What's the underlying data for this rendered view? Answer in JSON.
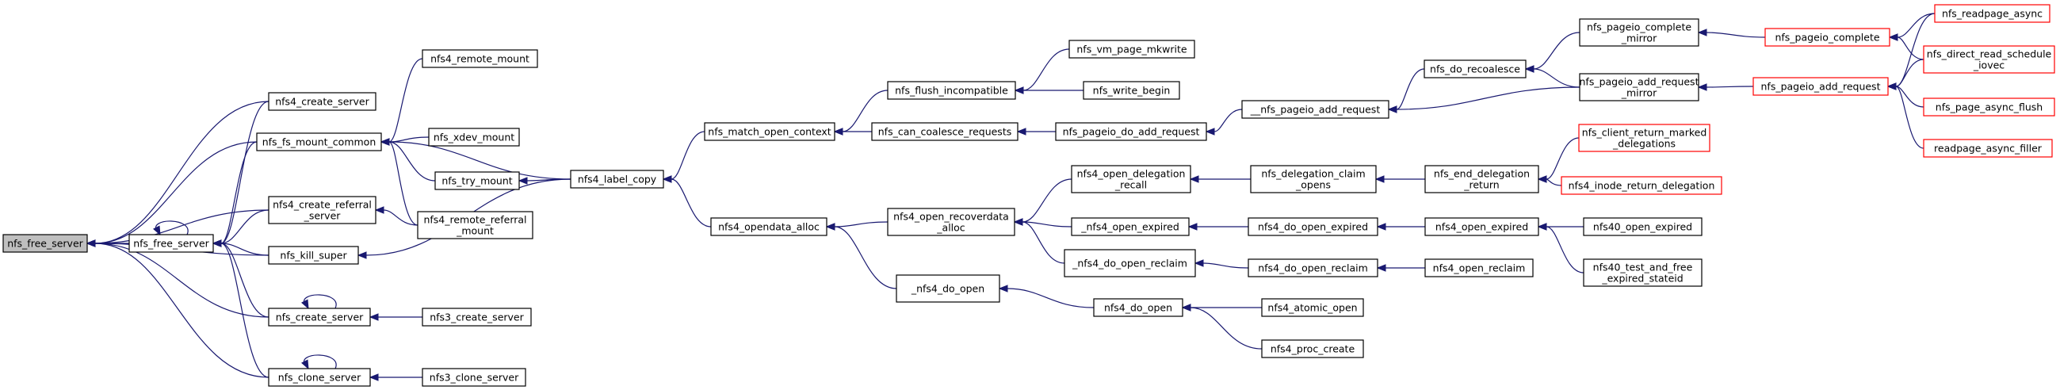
{
  "graph": {
    "nodes": [
      {
        "id": "n_free_server",
        "lines": [
          "nfs_free_server"
        ],
        "style": "root"
      },
      {
        "id": "n_free_server2",
        "lines": [
          "nfs_free_server"
        ],
        "style": "normal"
      },
      {
        "id": "n_nfs4_create_server",
        "lines": [
          "nfs4_create_server"
        ],
        "style": "normal"
      },
      {
        "id": "n_fs_mount_common",
        "lines": [
          "nfs_fs_mount_common"
        ],
        "style": "normal"
      },
      {
        "id": "n_nfs4_create_referral",
        "lines": [
          "nfs4_create_referral",
          "_server"
        ],
        "style": "normal"
      },
      {
        "id": "n_kill_super",
        "lines": [
          "nfs_kill_super"
        ],
        "style": "normal"
      },
      {
        "id": "n_create_server",
        "lines": [
          "nfs_create_server"
        ],
        "style": "normal"
      },
      {
        "id": "n_clone_server",
        "lines": [
          "nfs_clone_server"
        ],
        "style": "normal"
      },
      {
        "id": "n_nfs4_remote_mount",
        "lines": [
          "nfs4_remote_mount"
        ],
        "style": "normal"
      },
      {
        "id": "n_xdev_mount",
        "lines": [
          "nfs_xdev_mount"
        ],
        "style": "normal"
      },
      {
        "id": "n_try_mount",
        "lines": [
          "nfs_try_mount"
        ],
        "style": "normal"
      },
      {
        "id": "n_nfs4_remote_referral",
        "lines": [
          "nfs4_remote_referral",
          "_mount"
        ],
        "style": "normal"
      },
      {
        "id": "n_nfs3_create_server",
        "lines": [
          "nfs3_create_server"
        ],
        "style": "normal"
      },
      {
        "id": "n_nfs3_clone_server",
        "lines": [
          "nfs3_clone_server"
        ],
        "style": "normal"
      },
      {
        "id": "n_label_copy",
        "lines": [
          "nfs4_label_copy"
        ],
        "style": "normal"
      },
      {
        "id": "n_match_open_context",
        "lines": [
          "nfs_match_open_context"
        ],
        "style": "normal"
      },
      {
        "id": "n_opendata_alloc",
        "lines": [
          "nfs4_opendata_alloc"
        ],
        "style": "normal"
      },
      {
        "id": "n_flush_incompatible",
        "lines": [
          "nfs_flush_incompatible"
        ],
        "style": "normal"
      },
      {
        "id": "n_can_coalesce",
        "lines": [
          "nfs_can_coalesce_requests"
        ],
        "style": "normal"
      },
      {
        "id": "n_vm_page_mkwrite",
        "lines": [
          "nfs_vm_page_mkwrite"
        ],
        "style": "normal"
      },
      {
        "id": "n_write_begin",
        "lines": [
          "nfs_write_begin"
        ],
        "style": "normal"
      },
      {
        "id": "n_pageio_do_add_request",
        "lines": [
          "nfs_pageio_do_add_request"
        ],
        "style": "normal"
      },
      {
        "id": "n__pageio_add_request",
        "lines": [
          "__nfs_pageio_add_request"
        ],
        "style": "normal"
      },
      {
        "id": "n_do_recoalesce",
        "lines": [
          "nfs_do_recoalesce"
        ],
        "style": "normal"
      },
      {
        "id": "n_pageio_complete_mirror",
        "lines": [
          "nfs_pageio_complete",
          "_mirror"
        ],
        "style": "normal"
      },
      {
        "id": "n_pageio_add_request_mirror",
        "lines": [
          "nfs_pageio_add_request",
          "_mirror"
        ],
        "style": "normal"
      },
      {
        "id": "n_pageio_complete",
        "lines": [
          "nfs_pageio_complete"
        ],
        "style": "red"
      },
      {
        "id": "n_pageio_add_request",
        "lines": [
          "nfs_pageio_add_request"
        ],
        "style": "red"
      },
      {
        "id": "n_readpage_async",
        "lines": [
          "nfs_readpage_async"
        ],
        "style": "red"
      },
      {
        "id": "n_direct_read_schedule",
        "lines": [
          "nfs_direct_read_schedule",
          "_iovec"
        ],
        "style": "red"
      },
      {
        "id": "n_page_async_flush",
        "lines": [
          "nfs_page_async_flush"
        ],
        "style": "red"
      },
      {
        "id": "n_readpage_async_filler",
        "lines": [
          "readpage_async_filler"
        ],
        "style": "red"
      },
      {
        "id": "n_open_recoverdata_alloc",
        "lines": [
          "nfs4_open_recoverdata",
          "_alloc"
        ],
        "style": "normal"
      },
      {
        "id": "n__do_open",
        "lines": [
          "_nfs4_do_open"
        ],
        "style": "normal"
      },
      {
        "id": "n_open_delegation_recall",
        "lines": [
          "nfs4_open_delegation",
          "_recall"
        ],
        "style": "normal"
      },
      {
        "id": "n__open_expired",
        "lines": [
          "_nfs4_open_expired"
        ],
        "style": "normal"
      },
      {
        "id": "n__do_open_reclaim",
        "lines": [
          "_nfs4_do_open_reclaim"
        ],
        "style": "normal"
      },
      {
        "id": "n_do_open",
        "lines": [
          "nfs4_do_open"
        ],
        "style": "normal"
      },
      {
        "id": "n_delegation_claim_opens",
        "lines": [
          "nfs_delegation_claim",
          "_opens"
        ],
        "style": "normal"
      },
      {
        "id": "n_do_open_expired",
        "lines": [
          "nfs4_do_open_expired"
        ],
        "style": "normal"
      },
      {
        "id": "n_do_open_reclaim",
        "lines": [
          "nfs4_do_open_reclaim"
        ],
        "style": "normal"
      },
      {
        "id": "n_end_delegation_return",
        "lines": [
          "nfs_end_delegation",
          "_return"
        ],
        "style": "normal"
      },
      {
        "id": "n_open_expired",
        "lines": [
          "nfs4_open_expired"
        ],
        "style": "normal"
      },
      {
        "id": "n_open_reclaim",
        "lines": [
          "nfs4_open_reclaim"
        ],
        "style": "normal"
      },
      {
        "id": "n_client_return_marked",
        "lines": [
          "nfs_client_return_marked",
          "_delegations"
        ],
        "style": "red"
      },
      {
        "id": "n_inode_return_delegation",
        "lines": [
          "nfs4_inode_return_delegation"
        ],
        "style": "red"
      },
      {
        "id": "n_nfs40_open_expired",
        "lines": [
          "nfs40_open_expired"
        ],
        "style": "normal"
      },
      {
        "id": "n_nfs40_test_and_free",
        "lines": [
          "nfs40_test_and_free",
          "_expired_stateid"
        ],
        "style": "normal"
      },
      {
        "id": "n_atomic_open",
        "lines": [
          "nfs4_atomic_open"
        ],
        "style": "normal"
      },
      {
        "id": "n_proc_create",
        "lines": [
          "nfs4_proc_create"
        ],
        "style": "normal"
      }
    ],
    "colors": {
      "edge": "#191970",
      "root_fill": "#bfbfbf",
      "root_stroke": "#000000",
      "normal_fill": "#ffffff",
      "normal_stroke": "#000000",
      "red_fill": "#ffffff",
      "red_stroke": "#ff0000"
    }
  }
}
